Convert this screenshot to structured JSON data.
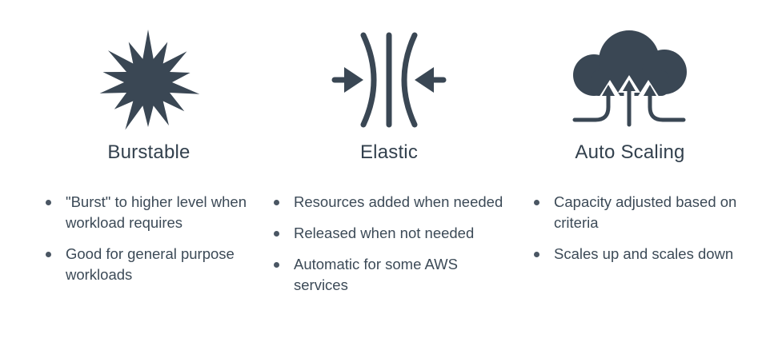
{
  "colors": {
    "icon": "#3a4754",
    "text": "#3c4a57"
  },
  "columns": [
    {
      "icon": "burst-icon",
      "title": "Burstable",
      "bullets": [
        "\"Burst\" to higher level when workload requires",
        "Good for general purpose workloads"
      ]
    },
    {
      "icon": "elastic-arrows-icon",
      "title": "Elastic",
      "bullets": [
        "Resources added when needed",
        "Released when not needed",
        "Automatic for some AWS services"
      ]
    },
    {
      "icon": "cloud-upload-icon",
      "title": "Auto Scaling",
      "bullets": [
        "Capacity adjusted based on criteria",
        "Scales up and scales down"
      ]
    }
  ]
}
